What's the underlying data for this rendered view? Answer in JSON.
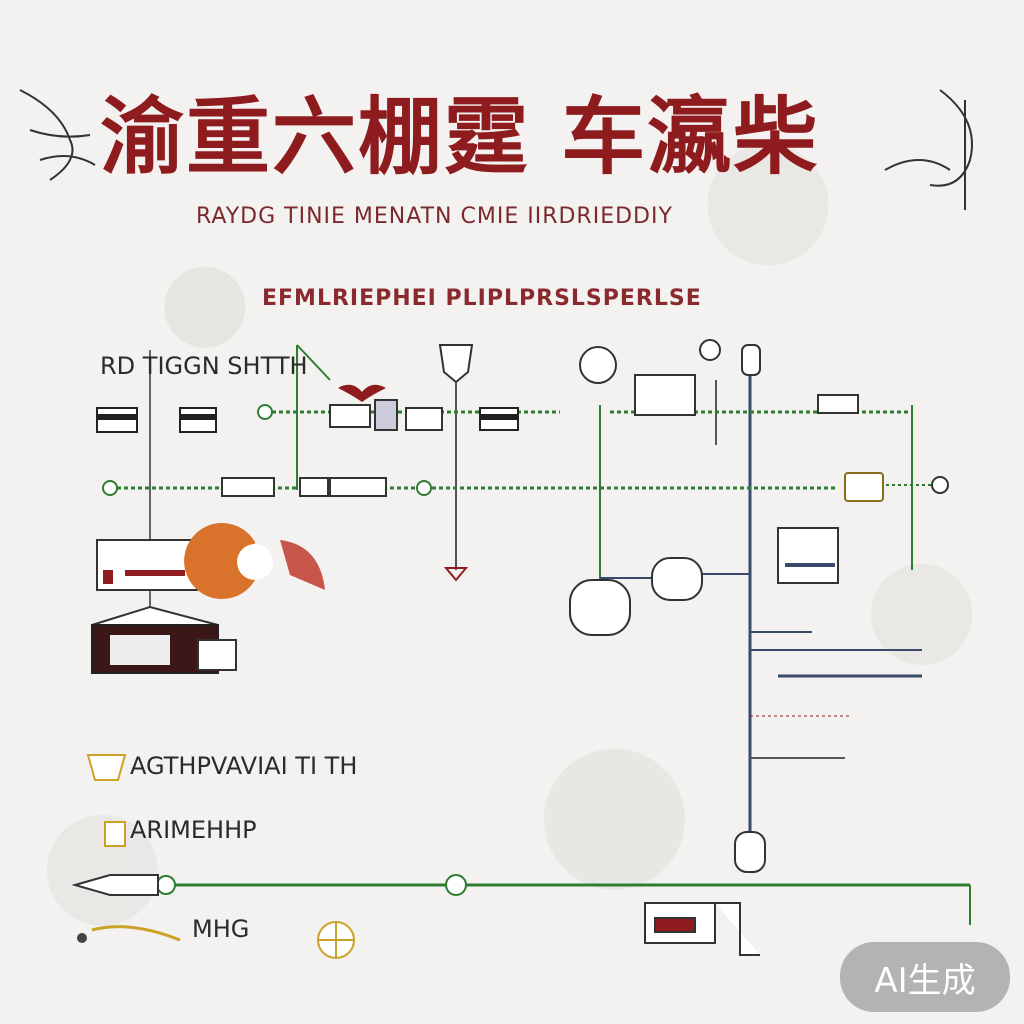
{
  "header": {
    "title": "渝重六棚霆 车瀛柴",
    "subtitle": "RAYDG TINIE MENATN CMIE IIRDRIEDDIY",
    "subtitle2": "EFMLRIEPHEI PLIPLPRSLSPERLSE"
  },
  "labels": {
    "left_top": "RD TIGGN SHTTH",
    "left_mid": "AGTHPVAVIAI TI TH",
    "left_low": "ARIMEHHP",
    "left_bottom": "MHG"
  },
  "badge": {
    "text": "AI生成"
  },
  "colors": {
    "accent_red": "#8e1c1f",
    "line_green": "#2e7d32",
    "line_navy": "#3a4a6b",
    "gold": "#c9a227",
    "orange": "#d9732b"
  }
}
